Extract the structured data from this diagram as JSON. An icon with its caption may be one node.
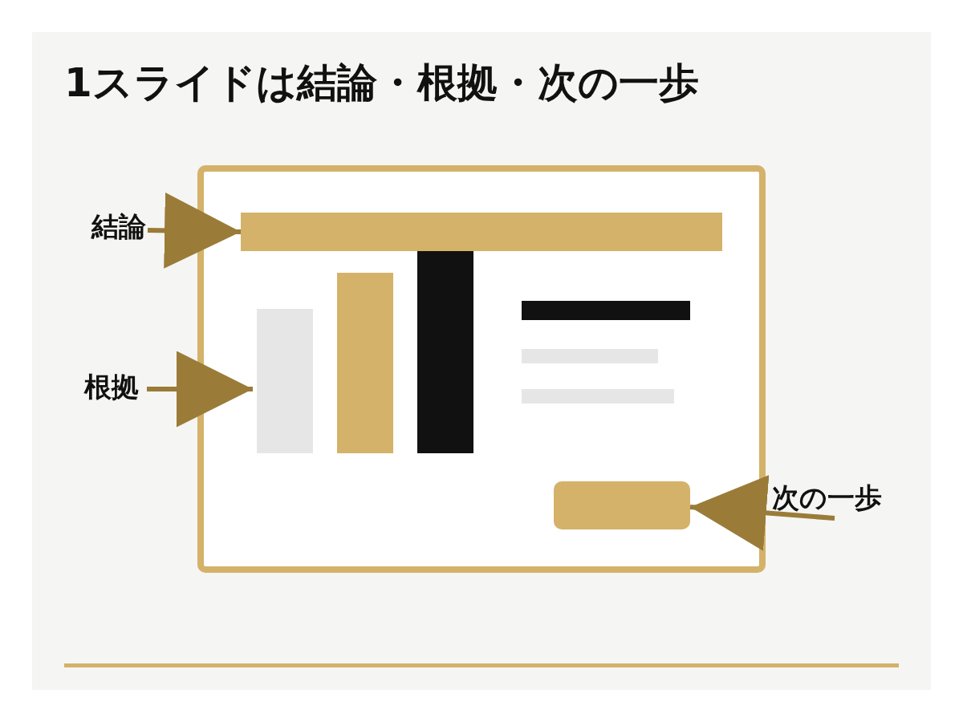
{
  "diagram": {
    "title": "1スライドは結論・根拠・次の一歩",
    "nodes": [
      {
        "text": [
          "結論"
        ]
      },
      {
        "text": [],
        "shape": "bar"
      },
      {
        "text": [
          "根拠"
        ]
      },
      {
        "text": [],
        "shape": "bar"
      },
      {
        "text": [
          "次の一歩"
        ]
      },
      {
        "text": [],
        "shape": "box"
      }
    ],
    "edges": [
      {
        "from": 0,
        "to": 1,
        "arrow": "to"
      },
      {
        "from": 2,
        "to": 3,
        "arrow": "to"
      },
      {
        "from": 4,
        "to": 5,
        "arrow": "to"
      }
    ]
  }
}
